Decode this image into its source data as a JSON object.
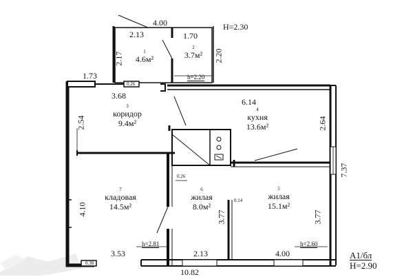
{
  "plan": {
    "dimensions": {
      "top_width": "4.00",
      "ceiling_annex": "H=2.30",
      "d_2_13_top": "2.13",
      "d_1_70": "1.70",
      "d_2_17": "2.17",
      "d_2_20": "2.20",
      "d_1_73": "1.73",
      "d_0_26_top": "0.26",
      "d_3_68": "3.68",
      "h_2_20": "h=2.20",
      "d_6_14": "6.14",
      "d_2_54": "2.54",
      "d_2_64": "2.64",
      "d_0_26_mid": "0.26",
      "d_7_37": "7.37",
      "d_4_10": "4.10",
      "d_3_77_left": "3.77",
      "d_0_14": "0.14",
      "d_3_77_right": "3.77",
      "d_3_53": "3.53",
      "h_2_81": "h=2.81",
      "d_2_13_bottom": "2.13",
      "d_4_00_bottom": "4.00",
      "h_2_60": "h=2.60",
      "d_0_38": "0.38",
      "total_width": "10.82",
      "sheet": "A1/бл",
      "ceiling_main": "H=2.90"
    },
    "rooms": [
      {
        "num": "1",
        "name": "",
        "area": "4.6м²"
      },
      {
        "num": "2",
        "name": "",
        "area": "3.7м²"
      },
      {
        "num": "3",
        "name": "коридор",
        "area": "9.4м²"
      },
      {
        "num": "4",
        "name": "кухня",
        "area": "13.6м²"
      },
      {
        "num": "5",
        "name": "жилая",
        "area": "15.1м²"
      },
      {
        "num": "6",
        "name": "жилая",
        "area": "8.0м²"
      },
      {
        "num": "7",
        "name": "кладовая",
        "area": "14.5м²"
      }
    ]
  }
}
